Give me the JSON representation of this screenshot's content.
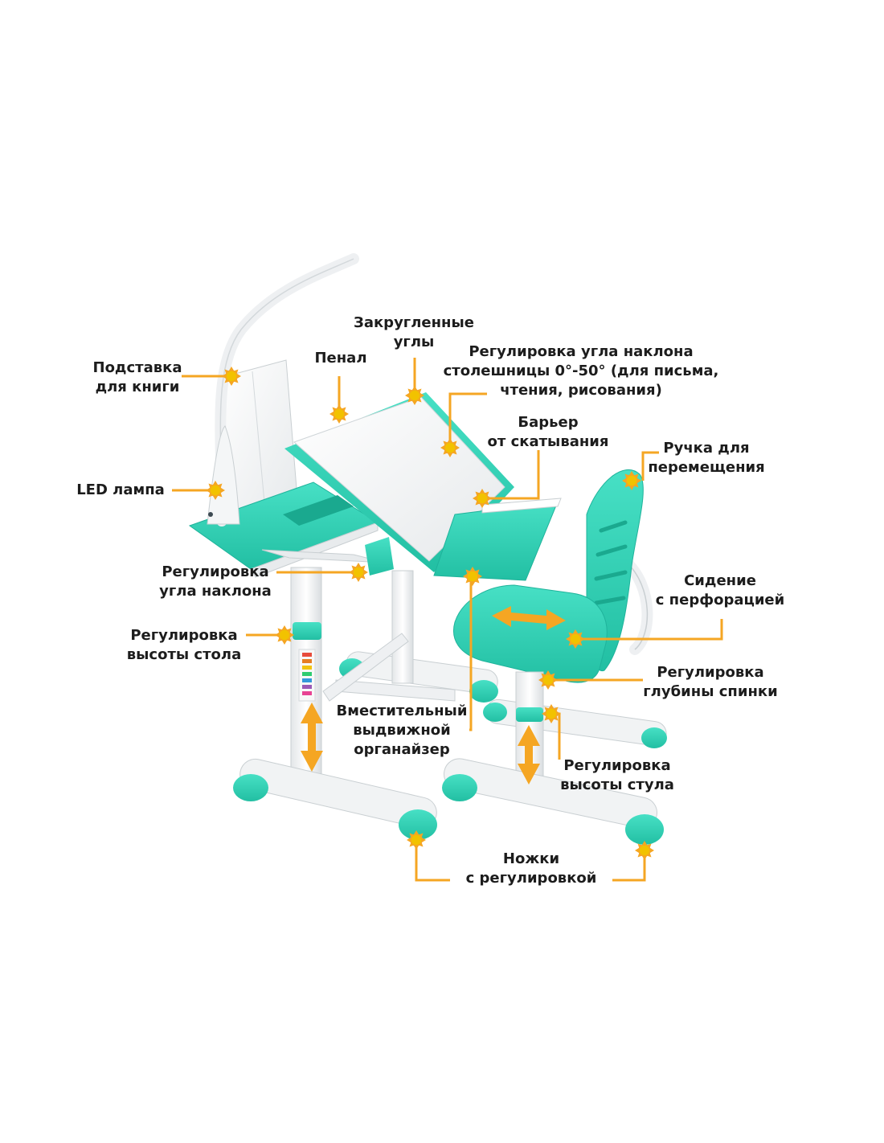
{
  "labels": {
    "book_stand": [
      "Подставка",
      "для книги"
    ],
    "pencil_case": [
      "Пенал"
    ],
    "rounded_corners": [
      "Закругленные",
      "углы"
    ],
    "tilt_adjust_top": [
      "Регулировка угла наклона",
      "столешницы 0°-50° (для письма,",
      "чтения, рисования)"
    ],
    "anti_roll_barrier": [
      "Барьер",
      "от скатывания"
    ],
    "move_handle": [
      "Ручка для",
      "перемещения"
    ],
    "led_lamp": [
      "LED лампа"
    ],
    "tilt_adjust": [
      "Регулировка",
      "угла наклона"
    ],
    "seat": [
      "Сидение",
      "с перфорацией"
    ],
    "desk_height": [
      "Регулировка",
      "высоты стола"
    ],
    "back_depth": [
      "Регулировка",
      "глубины спинки"
    ],
    "organizer": [
      "Вместительный",
      "выдвижной",
      "органайзер"
    ],
    "chair_height": [
      "Регулировка",
      "высоты стула"
    ],
    "adjustable_legs": [
      "Ножки",
      "с регулировкой"
    ]
  },
  "colors": {
    "accent": "#2ED3B6",
    "accent_dark": "#1FB39B",
    "marker": "#F5A623",
    "marker_inner": "#F2C200",
    "frame": "#F1F3F4",
    "frame_edge": "#C9CFD2",
    "text": "#1C1C1C"
  },
  "icons": [
    "sun-marker-icon",
    "double-arrow-icon"
  ]
}
